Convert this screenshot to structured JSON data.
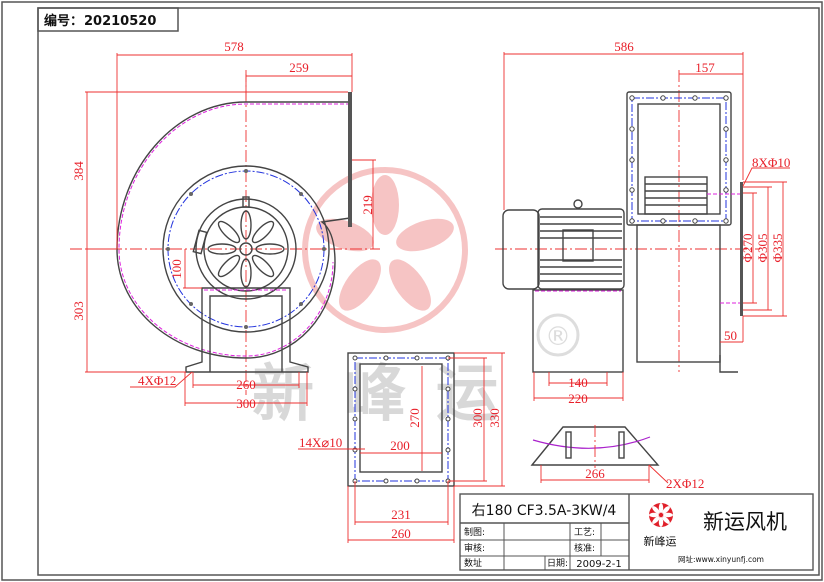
{
  "header": {
    "label": "编号：",
    "number": "20210520"
  },
  "front_view": {
    "dims": {
      "overall_width": "578",
      "outlet_offset": "259",
      "upper_height": "384",
      "lower_height": "303",
      "outlet_height": "219",
      "base_height": "100",
      "foot_holes": "4XΦ12",
      "foot_inner": "260",
      "foot_outer": "300"
    }
  },
  "side_view": {
    "dims": {
      "overall_length": "586",
      "outlet_offset": "157",
      "inlet_holes": "8XΦ10",
      "inlet_d1": "Φ270",
      "inlet_d2": "Φ305",
      "inlet_d3": "Φ335",
      "inlet_depth": "50",
      "base_inner": "140",
      "base_outer": "220"
    }
  },
  "outlet_flange": {
    "dims": {
      "holes": "14X⌀10",
      "opening_width": "200",
      "opening_height": "270",
      "hole_pitch_height": "300",
      "outer_height": "330",
      "hole_pitch_width": "231",
      "outer_width": "260"
    }
  },
  "foot_detail": {
    "dims": {
      "width": "266",
      "holes": "2XΦ12"
    }
  },
  "title_block": {
    "model": "右180 CF3.5A-3KW/4",
    "rows": [
      {
        "label": "制图:",
        "value": "",
        "label2": "工艺:",
        "value2": ""
      },
      {
        "label": "审核:",
        "value": "",
        "label2": "核准:",
        "value2": ""
      },
      {
        "label": "数址",
        "value": "",
        "label2": "日期:",
        "value2": "2009-2-1"
      }
    ],
    "logo_text": "新峰运",
    "company": "新运风机",
    "website": "网址:www.xinyunfj.com"
  },
  "watermark": {
    "text": "新峰运",
    "mark": "®"
  },
  "colors": {
    "dimension": "#ee3030",
    "outline": "#444444",
    "hole_circle": "#2233dd",
    "weld_line": "#dd22dd",
    "logo": "#e0202a"
  }
}
